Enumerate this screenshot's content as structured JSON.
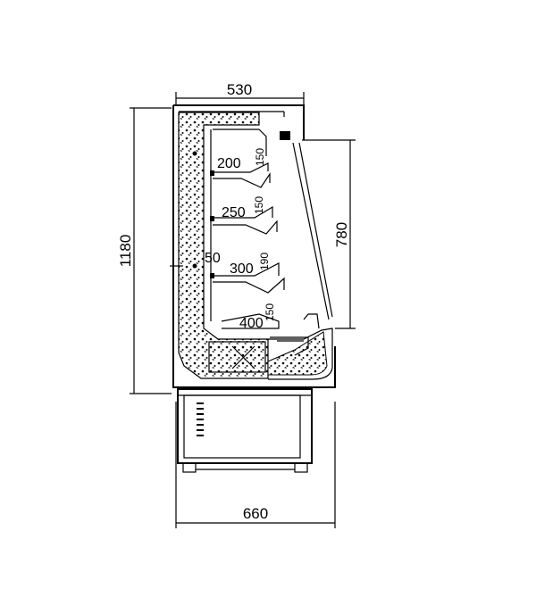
{
  "dimensions": {
    "top_width": "530",
    "total_height": "1180",
    "opening_height": "780",
    "bottom_width": "660"
  },
  "shelf_labels": {
    "shelf1_depth": "200",
    "shelf1_gap": "150",
    "shelf2_depth": "250",
    "shelf2_gap": "150",
    "shelf3_depth": "300",
    "shelf3_gap": "190",
    "shelf3_side": "50",
    "base_depth": "400",
    "base_gap": "150"
  }
}
